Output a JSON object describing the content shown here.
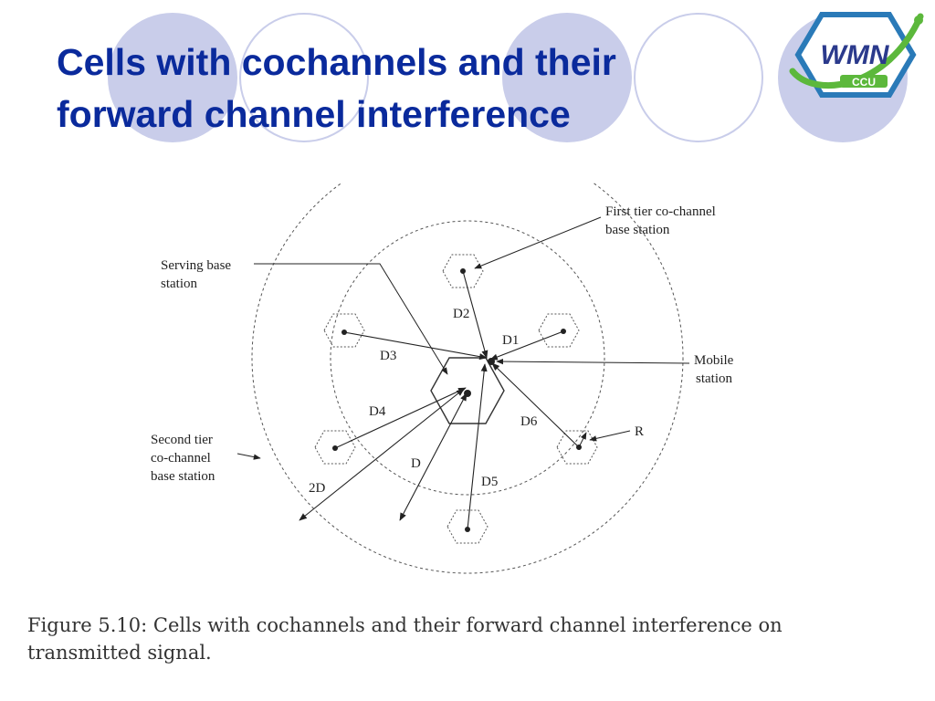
{
  "slide": {
    "title_line1": "Cells with cochannels and their",
    "title_line2": "forward channel interference",
    "title_color": "#0a2a9c",
    "decor_color": "#c9cdea"
  },
  "logo": {
    "text": "WMN",
    "subtext": "CCU",
    "colors": {
      "hexagon": "#2a7ab8",
      "swoosh": "#5cb83c",
      "text": "#2b3a8c"
    }
  },
  "diagram": {
    "labels": {
      "first_tier_line1": "First tier co-channel",
      "first_tier_line2": "base station",
      "serving_line1": "Serving base",
      "serving_line2": "station",
      "mobile_line1": "Mobile",
      "mobile_line2": "station",
      "second_tier_line1": "Second tier",
      "second_tier_line2": "co-channel",
      "second_tier_line3": "base station",
      "r": "R"
    },
    "distances": {
      "d1": "D1",
      "d2": "D2",
      "d3": "D3",
      "d4": "D4",
      "d5": "D5",
      "d6": "D6",
      "d": "D",
      "d2x": "2D"
    }
  },
  "caption": {
    "line1": "Figure 5.10:  Cells with cochannels and their forward channel interference on",
    "line2": "transmitted signal."
  }
}
